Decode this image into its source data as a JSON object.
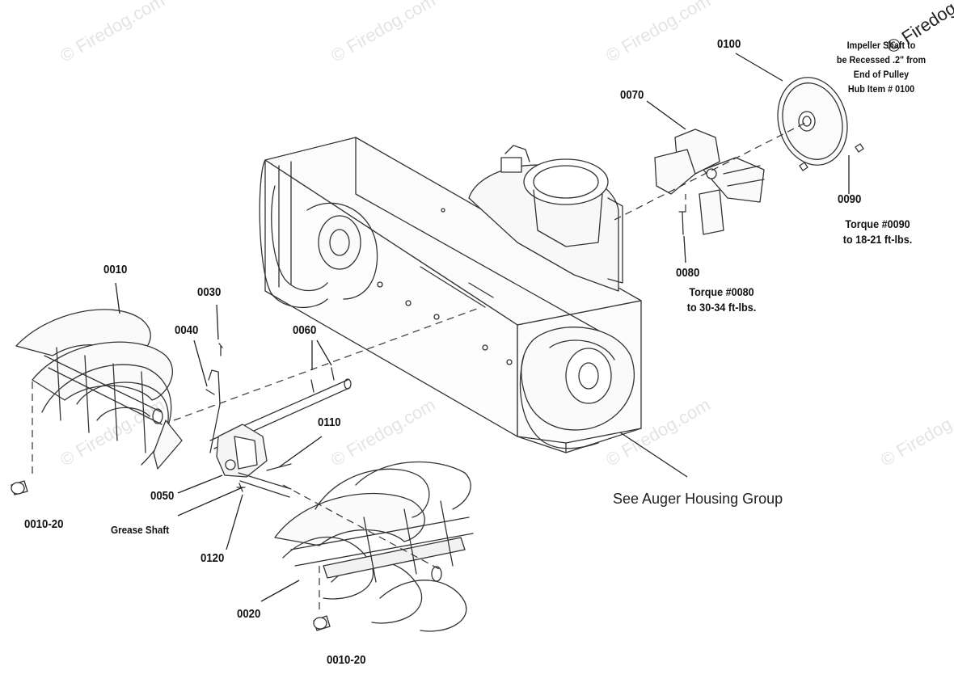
{
  "watermark": {
    "text": "© Firedog.com",
    "corner_text": "© Firedog"
  },
  "parts": [
    {
      "id": "p0010",
      "label": "0010"
    },
    {
      "id": "p0020",
      "label": "0020"
    },
    {
      "id": "p0030",
      "label": "0030"
    },
    {
      "id": "p0040",
      "label": "0040"
    },
    {
      "id": "p0050",
      "label": "0050"
    },
    {
      "id": "p0060",
      "label": "0060"
    },
    {
      "id": "p0070",
      "label": "0070"
    },
    {
      "id": "p0080",
      "label": "0080"
    },
    {
      "id": "p0090",
      "label": "0090"
    },
    {
      "id": "p0100",
      "label": "0100"
    },
    {
      "id": "p0110",
      "label": "0110"
    },
    {
      "id": "p0120",
      "label": "0120"
    },
    {
      "id": "p0010_20a",
      "label": "0010-20"
    },
    {
      "id": "p0010_20b",
      "label": "0010-20"
    }
  ],
  "notes": {
    "grease_shaft": "Grease Shaft",
    "torque_0080_line1": "Torque #0080",
    "torque_0080_line2": "to 30-34 ft-lbs.",
    "torque_0090_line1": "Torque #0090",
    "torque_0090_line2": "to 18-21 ft-lbs.",
    "impeller_line1": "Impeller Shaft to",
    "impeller_line2": "be Recessed .2\" from",
    "impeller_line3": "End of Pulley",
    "impeller_line4": "Hub Item # 0100"
  },
  "reference": {
    "auger_housing": "See Auger Housing Group"
  }
}
